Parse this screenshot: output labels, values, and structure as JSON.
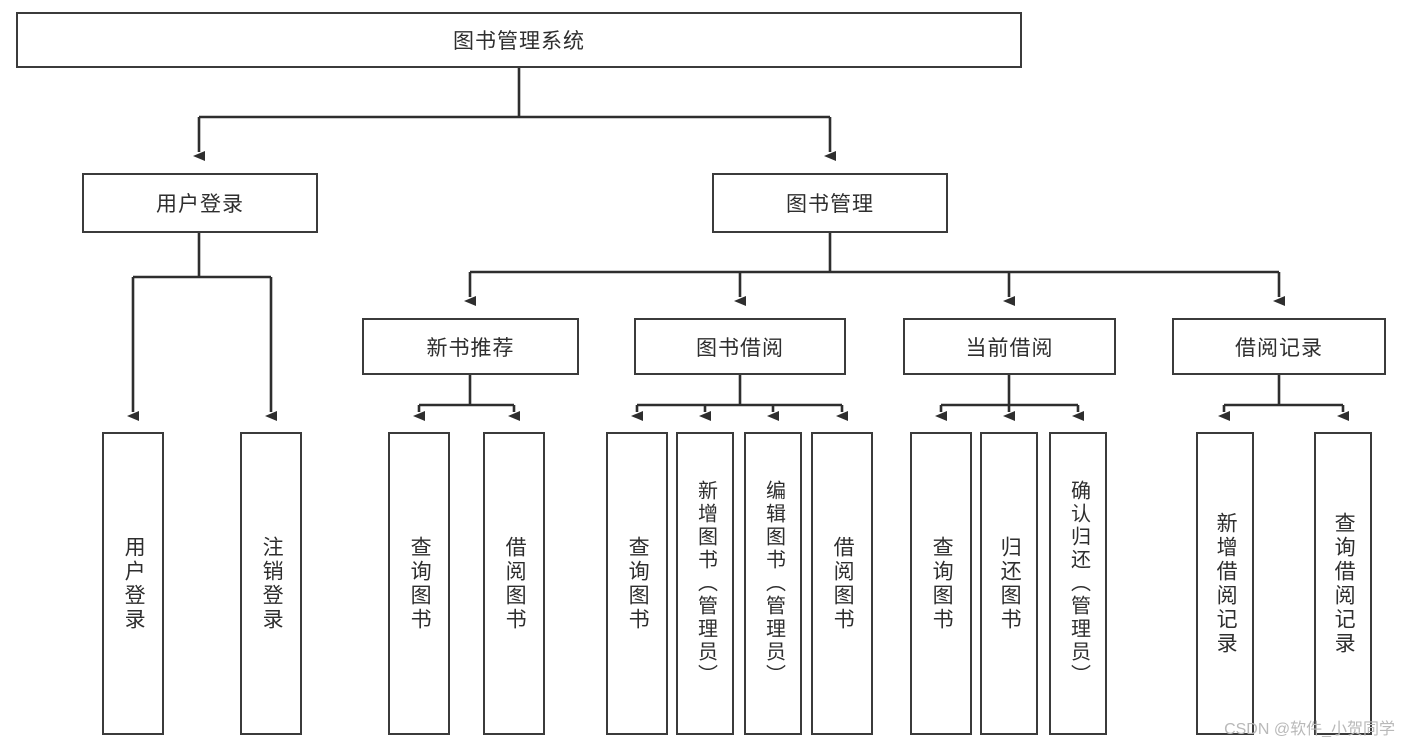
{
  "diagram": {
    "title": "图书管理系统",
    "root": {
      "label": "图书管理系统"
    },
    "level2": [
      {
        "label": "用户登录"
      },
      {
        "label": "图书管理"
      }
    ],
    "level3": [
      {
        "label": "新书推荐"
      },
      {
        "label": "图书借阅"
      },
      {
        "label": "当前借阅"
      },
      {
        "label": "借阅记录"
      }
    ],
    "leaves": [
      {
        "label": "用户登录"
      },
      {
        "label": "注销登录"
      },
      {
        "label": "查询图书"
      },
      {
        "label": "借阅图书"
      },
      {
        "label": "查询图书"
      },
      {
        "label": "新增图书（管理员）"
      },
      {
        "label": "编辑图书（管理员）"
      },
      {
        "label": "借阅图书"
      },
      {
        "label": "查询图书"
      },
      {
        "label": "归还图书"
      },
      {
        "label": "确认归还（管理员）"
      },
      {
        "label": "新增借阅记录"
      },
      {
        "label": "查询借阅记录"
      }
    ],
    "watermark": "CSDN @软件_小贺同学",
    "colors": {
      "border": "#3b3b3b",
      "text": "#2e2e2e",
      "background": "#ffffff",
      "watermark": "#b9b9b9"
    }
  }
}
